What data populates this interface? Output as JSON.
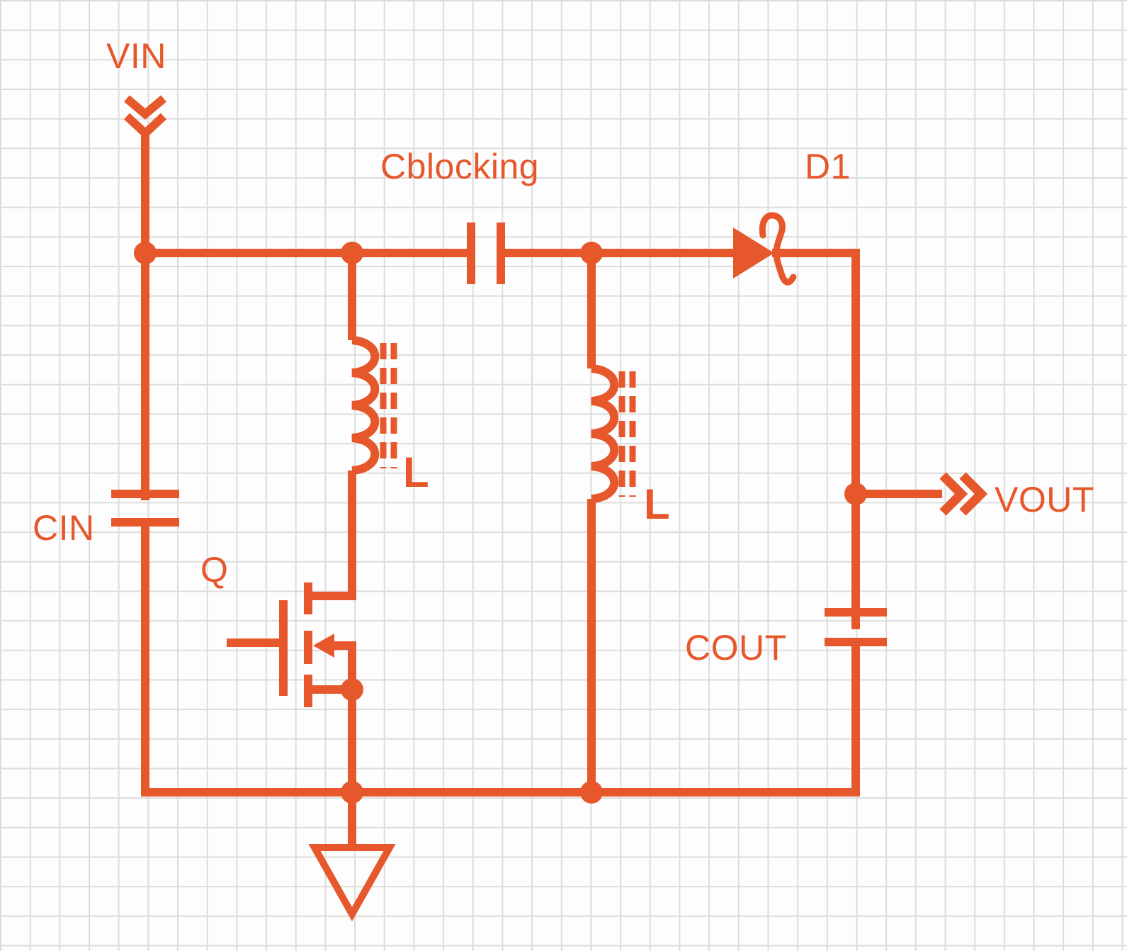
{
  "diagram": {
    "type": "circuit-schematic",
    "colors": {
      "wire": "#E6572B",
      "grid": "#DCDCDC",
      "bg": "#FDFDFD"
    },
    "labels": {
      "vin": "VIN",
      "cblocking": "Cblocking",
      "d1": "D1",
      "cin": "CIN",
      "q": "Q",
      "l_left": "L",
      "l_right": "L",
      "cout": "COUT",
      "vout": "VOUT"
    },
    "components": [
      {
        "label": "VIN",
        "type": "input-port"
      },
      {
        "label": "CIN",
        "type": "capacitor"
      },
      {
        "label": "Cblocking",
        "type": "capacitor"
      },
      {
        "label": "L",
        "type": "inductor-winding"
      },
      {
        "label": "L",
        "type": "inductor-winding"
      },
      {
        "label": "Q",
        "type": "n-channel-mosfet"
      },
      {
        "label": "D1",
        "type": "diode"
      },
      {
        "label": "COUT",
        "type": "capacitor"
      },
      {
        "label": "VOUT",
        "type": "output-port"
      },
      {
        "label": "",
        "type": "ground"
      }
    ]
  }
}
